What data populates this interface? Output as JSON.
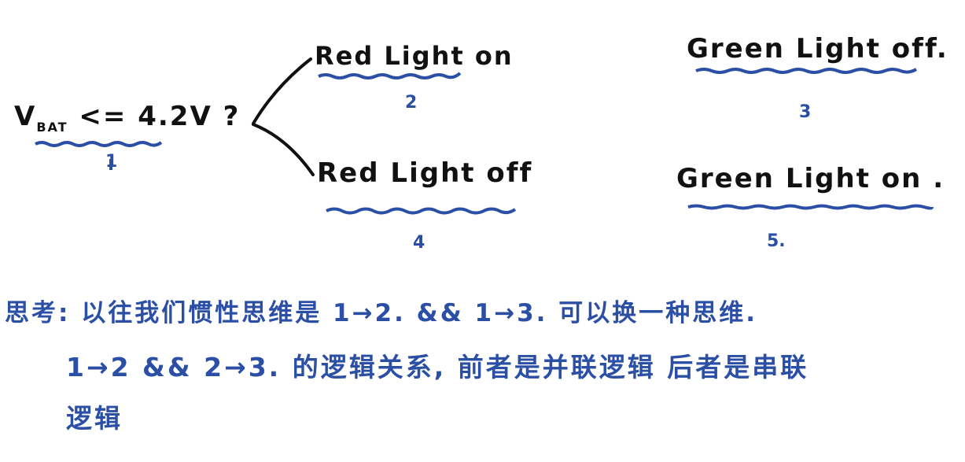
{
  "condition": {
    "label": "V",
    "subscript": "BAT",
    "rest": " <= 4.2V ?",
    "number": "1"
  },
  "outcomes": [
    {
      "label": "Red Light on",
      "number": "2"
    },
    {
      "label": "Green Light off.",
      "number": "3"
    },
    {
      "label": "Red Light off",
      "number": "4"
    },
    {
      "label": "Green Light on .",
      "number": "5."
    }
  ],
  "note": {
    "line1": "思考: 以往我们惯性思维是 1→2. && 1→3. 可以换一种思维.",
    "line2": "1→2 && 2→3. 的逻辑关系, 前者是并联逻辑 后者是串联",
    "line3": "逻辑"
  },
  "colors": {
    "ink": "#111111",
    "annotation": "#2c4fa6"
  }
}
